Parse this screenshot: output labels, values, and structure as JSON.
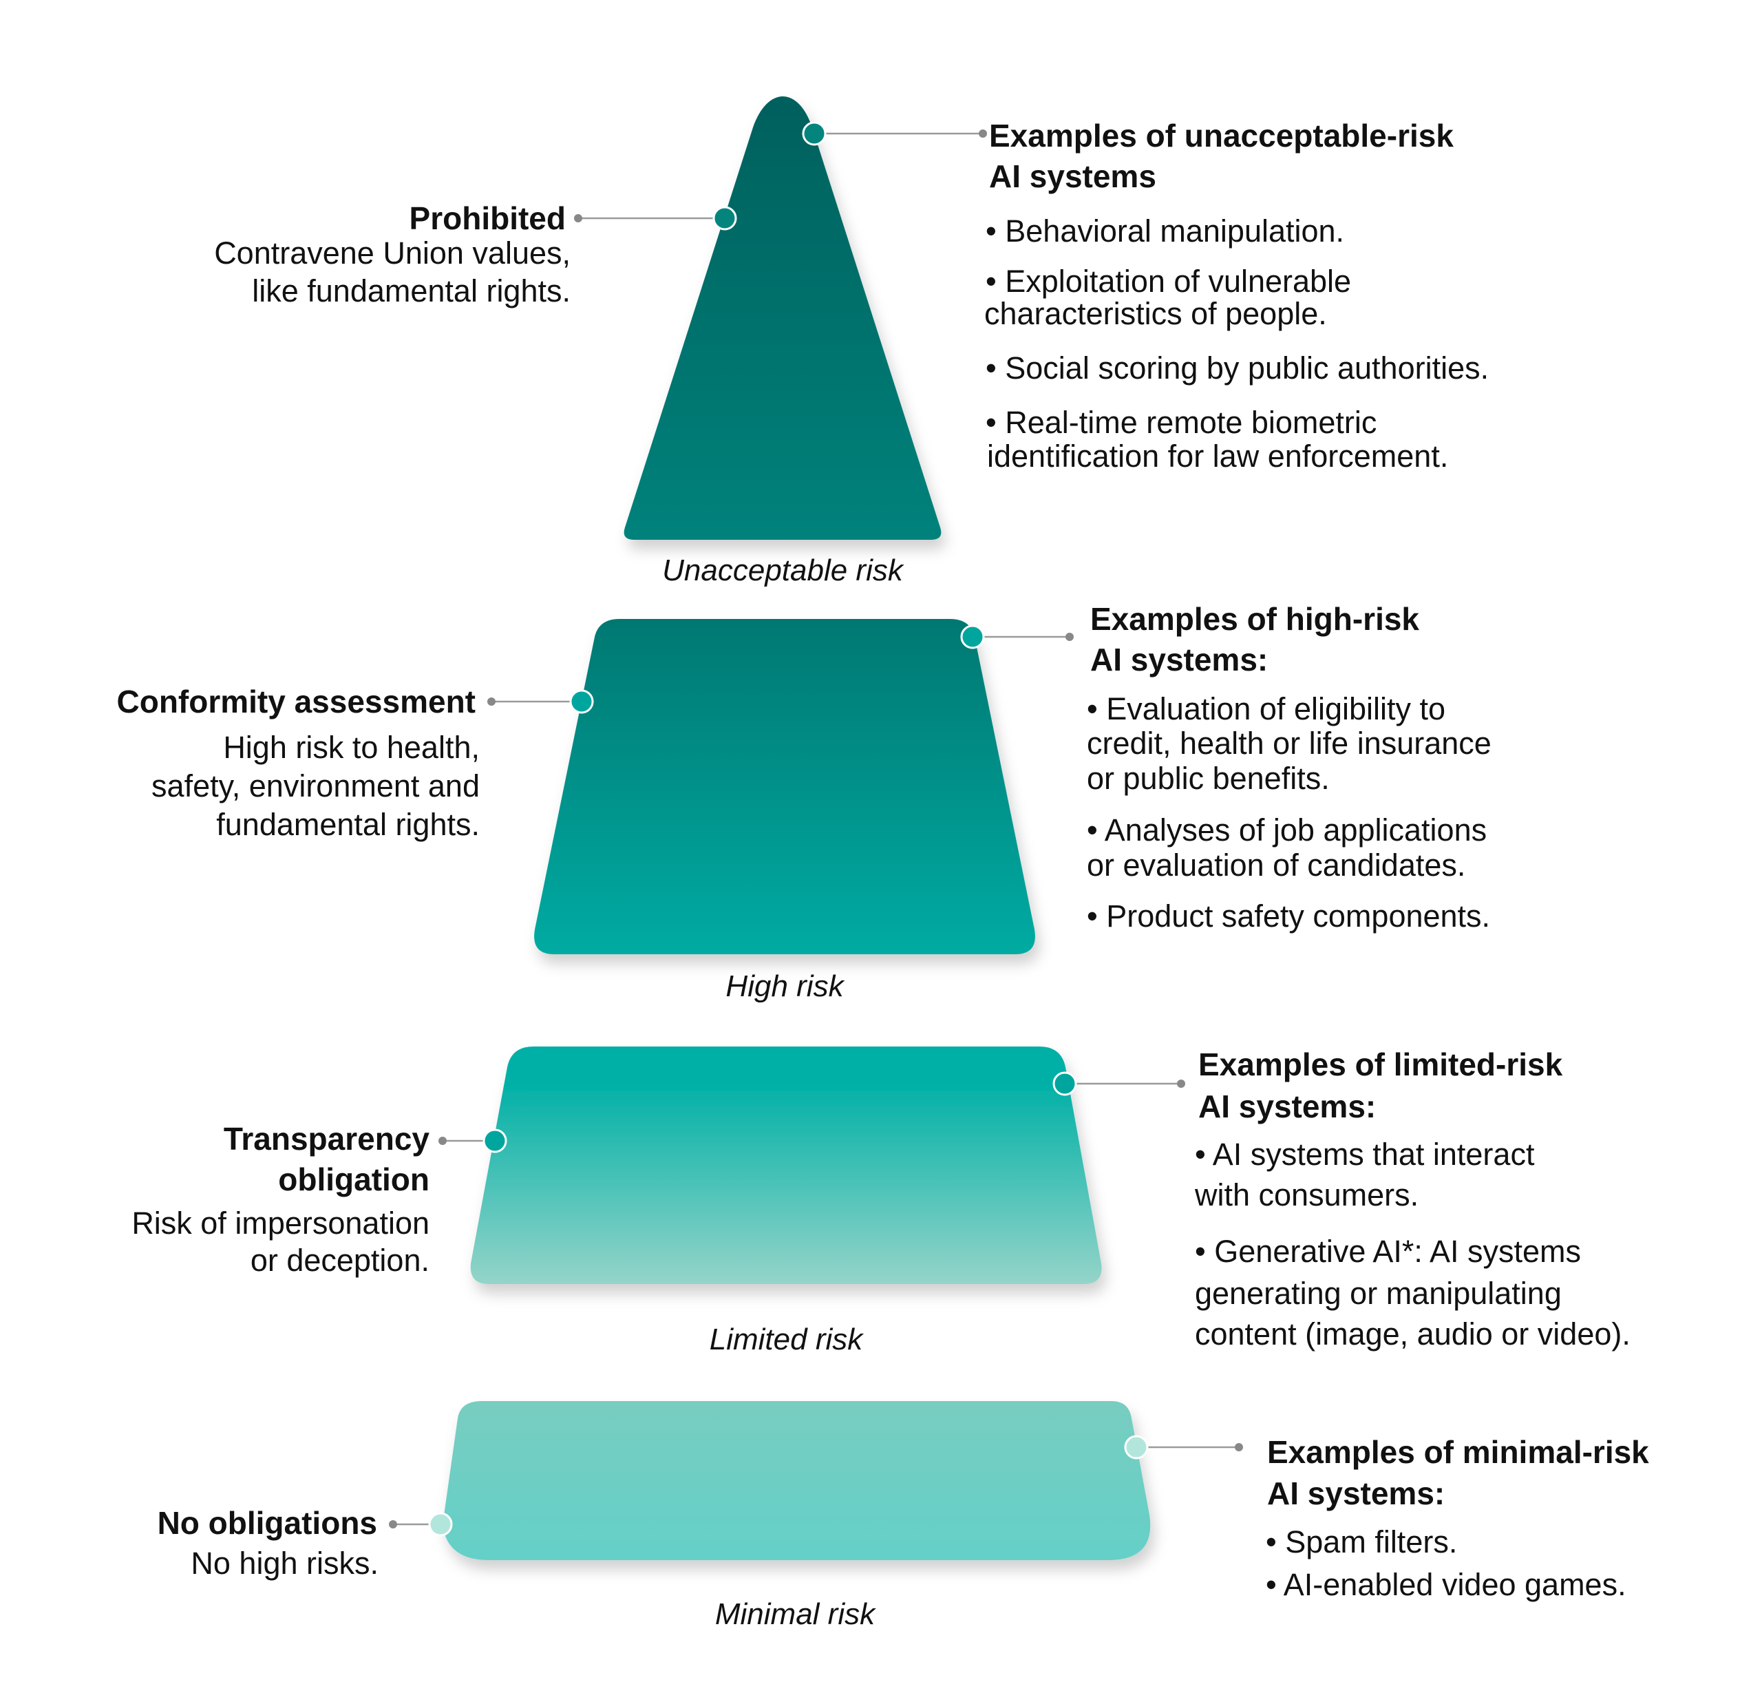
{
  "tiers": [
    {
      "label": "Unacceptable risk",
      "left": {
        "title": [
          "Prohibited"
        ],
        "description": [
          "Contravene Union values,",
          "like fundamental rights."
        ]
      },
      "right": {
        "heading": [
          "Examples of unacceptable-risk",
          "AI systems"
        ],
        "bullets": [
          [
            "• Behavioral manipulation."
          ],
          [
            "• Exploitation of vulnerable",
            "characteristics of people."
          ],
          [
            "• Social scoring by public authorities."
          ],
          [
            "• Real-time remote biometric",
            "identification for law enforcement."
          ]
        ]
      },
      "colors": {
        "top": "#03605d",
        "bottom": "#01827b",
        "dot": "#03857e"
      }
    },
    {
      "label": "High risk",
      "left": {
        "title": [
          "Conformity assessment"
        ],
        "description": [
          "High risk to health,",
          "safety, environment and",
          "fundamental rights."
        ]
      },
      "right": {
        "heading": [
          "Examples of high-risk",
          "AI systems:"
        ],
        "bullets": [
          [
            "• Evaluation of eligibility to",
            "credit, health or life insurance",
            "or public benefits."
          ],
          [
            "• Analyses of job applications",
            "or evaluation of candidates."
          ],
          [
            "• Product safety components."
          ]
        ]
      },
      "colors": {
        "top": "#037872",
        "bottom": "#00aba2",
        "dot": "#00a69e"
      }
    },
    {
      "label": "Limited risk",
      "left": {
        "title": [
          "Transparency",
          "obligation"
        ],
        "description": [
          "Risk of impersonation",
          "or deception."
        ]
      },
      "right": {
        "heading": [
          "Examples of limited-risk",
          "AI systems:"
        ],
        "bullets": [
          [
            "• AI systems that interact",
            "with consumers."
          ],
          [
            "• Generative AI*: AI systems",
            "generating or manipulating",
            "content (image, audio or video)."
          ]
        ]
      },
      "colors": {
        "top": "#00b0a6",
        "bottom": "#95d4c9",
        "dot": "#00a59d"
      }
    },
    {
      "label": "Minimal risk",
      "left": {
        "title": [
          "No obligations"
        ],
        "description": [
          "No high risks."
        ]
      },
      "right": {
        "heading": [
          "Examples of minimal-risk",
          "AI systems:"
        ],
        "bullets": [
          [
            "• Spam filters."
          ],
          [
            "• AI-enabled video games."
          ]
        ]
      },
      "colors": {
        "top": "#77cdc0",
        "bottom": "#64d0c8",
        "dot": "#b2e6dc"
      }
    }
  ]
}
